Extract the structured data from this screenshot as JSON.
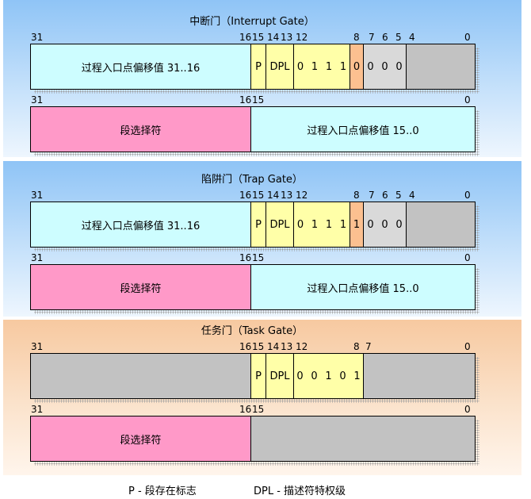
{
  "gates": [
    {
      "title": "中断门（Interrupt Gate）",
      "top_bits": [
        "31",
        "16",
        "15",
        "14",
        "13",
        "12",
        "8",
        "7",
        "6",
        "5",
        "4",
        "0"
      ],
      "bottom_bits": [
        "31",
        "16",
        "15",
        "0"
      ],
      "offset_high": "过程入口点偏移值 31..16",
      "p": "P",
      "dpl": "DPL",
      "type_bits": [
        "0",
        "1",
        "1",
        "1"
      ],
      "d_bit": "0",
      "zero_bits": [
        "0",
        "0",
        "0"
      ],
      "selector": "段选择符",
      "offset_low": "过程入口点偏移值 15..0"
    },
    {
      "title": "陷阱门（Trap Gate）",
      "top_bits": [
        "31",
        "16",
        "15",
        "14",
        "13",
        "12",
        "8",
        "7",
        "6",
        "5",
        "4",
        "0"
      ],
      "bottom_bits": [
        "31",
        "16",
        "15",
        "0"
      ],
      "offset_high": "过程入口点偏移值 31..16",
      "p": "P",
      "dpl": "DPL",
      "type_bits": [
        "0",
        "1",
        "1",
        "1"
      ],
      "d_bit": "1",
      "zero_bits": [
        "0",
        "0",
        "0"
      ],
      "selector": "段选择符",
      "offset_low": "过程入口点偏移值 15..0"
    },
    {
      "title": "任务门（Task Gate）",
      "top_bits": [
        "31",
        "16",
        "15",
        "14",
        "13",
        "12",
        "8",
        "7",
        "0"
      ],
      "bottom_bits": [
        "31",
        "16",
        "15",
        "0"
      ],
      "p": "P",
      "dpl": "DPL",
      "type_bits": [
        "0",
        "0",
        "1",
        "0",
        "1"
      ],
      "selector": "段选择符"
    }
  ],
  "legend": {
    "p": "P - 段存在标志",
    "dpl": "DPL - 描述符特权级"
  },
  "colors": {
    "blue_panel": "#8fc4f6",
    "orange_panel": "#f7c9a0",
    "offset": "#cdfdff",
    "flags": "#ffffa8",
    "d_bit": "#fcc090",
    "zero": "#d9d9d9",
    "reserved": "#c2c2c2",
    "selector": "#ff99c8"
  }
}
